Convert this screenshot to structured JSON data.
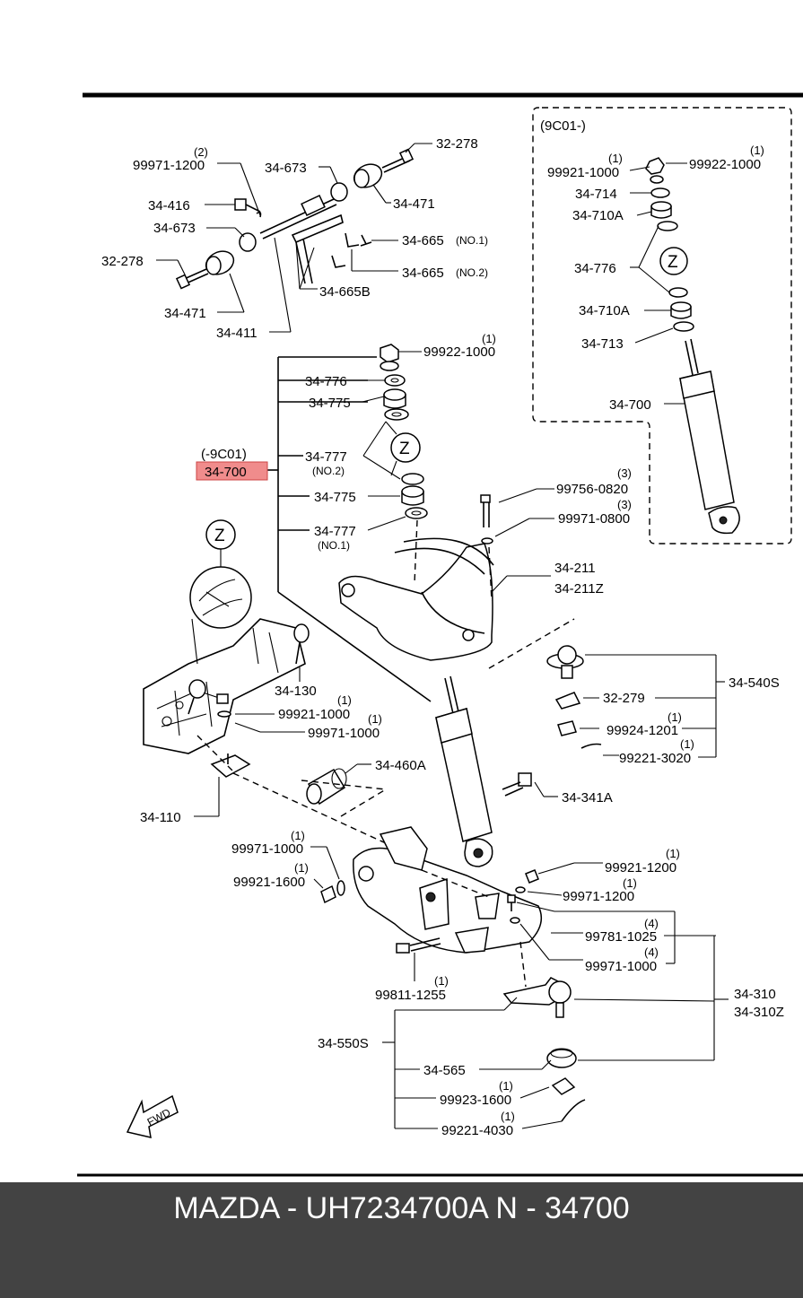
{
  "footer": {
    "text": "MAZDA - UH7234700A   N - 34700"
  },
  "highlight": {
    "label": "34-700",
    "color": "#f08c8c"
  },
  "labels": {
    "l_32278a": "32-278",
    "l_99971_1200": "99971-1200",
    "q_99971_1200": "(2)",
    "l_34673a": "34-673",
    "l_34471a": "34-471",
    "l_34416": "34-416",
    "l_34673b": "34-673",
    "l_34665_1": "34-665",
    "n_no1a": "(NO.1)",
    "l_34665_2": "34-665",
    "n_no2a": "(NO.2)",
    "l_32278b": "32-278",
    "l_34665b": "34-665B",
    "l_34471b": "34-471",
    "l_34411": "34-411",
    "l_99922_1000a": "99922-1000",
    "q_99922_1000a": "(1)",
    "l_34776a": "34-776",
    "l_34775a": "34-775",
    "l_9c01a": "(-9C01)",
    "l_34777a": "34-777",
    "n_no2b": "(NO.2)",
    "l_34775b": "34-775",
    "l_34777b": "34-777",
    "n_no1b": "(NO.1)",
    "z_main": "Z",
    "z_inset": "Z",
    "z_frame": "Z",
    "l_99756_0820": "99756-0820",
    "q_99756_0820": "(3)",
    "l_99971_0800": "99971-0800",
    "q_99971_0800": "(3)",
    "l_34211": "34-211",
    "l_34211z": "34-211Z",
    "l_34540s": "34-540S",
    "l_32279": "32-279",
    "l_99924_1201": "99924-1201",
    "q_99924_1201": "(1)",
    "l_99221_3020": "99221-3020",
    "q_99221_3020": "(1)",
    "l_34130": "34-130",
    "l_99921_1000a": "99921-1000",
    "q_99921_1000a": "(1)",
    "l_99971_1000a": "99971-1000",
    "q_99971_1000a": "(1)",
    "l_34460a": "34-460A",
    "l_34341a": "34-341A",
    "l_34110": "34-110",
    "l_99971_1000b": "99971-1000",
    "q_99971_1000b": "(1)",
    "l_99921_1600": "99921-1600",
    "q_99921_1600": "(1)",
    "l_99921_1200": "99921-1200",
    "q_99921_1200": "(1)",
    "l_99971_1200b": "99971-1200",
    "q_99971_1200b": "(1)",
    "l_99781_1025": "99781-1025",
    "q_99781_1025": "(4)",
    "l_99971_1000c": "99971-1000",
    "q_99971_1000c": "(4)",
    "l_99811_1255": "99811-1255",
    "q_99811_1255": "(1)",
    "l_34310": "34-310",
    "l_34310z": "34-310Z",
    "l_34550s": "34-550S",
    "l_34565": "34-565",
    "l_99923_1600": "99923-1600",
    "q_99923_1600": "(1)",
    "l_99221_4030": "99221-4030",
    "q_99221_4030": "(1)",
    "fwd": "FWD",
    "i_9c01": "(9C01-)",
    "i_99921_1000": "99921-1000",
    "iq_99921_1000": "(1)",
    "i_99922_1000": "99922-1000",
    "iq_99922_1000": "(1)",
    "i_34714": "34-714",
    "i_34710a_1": "34-710A",
    "i_34776": "34-776",
    "i_34710a_2": "34-710A",
    "i_34713": "34-713",
    "i_34700": "34-700"
  }
}
